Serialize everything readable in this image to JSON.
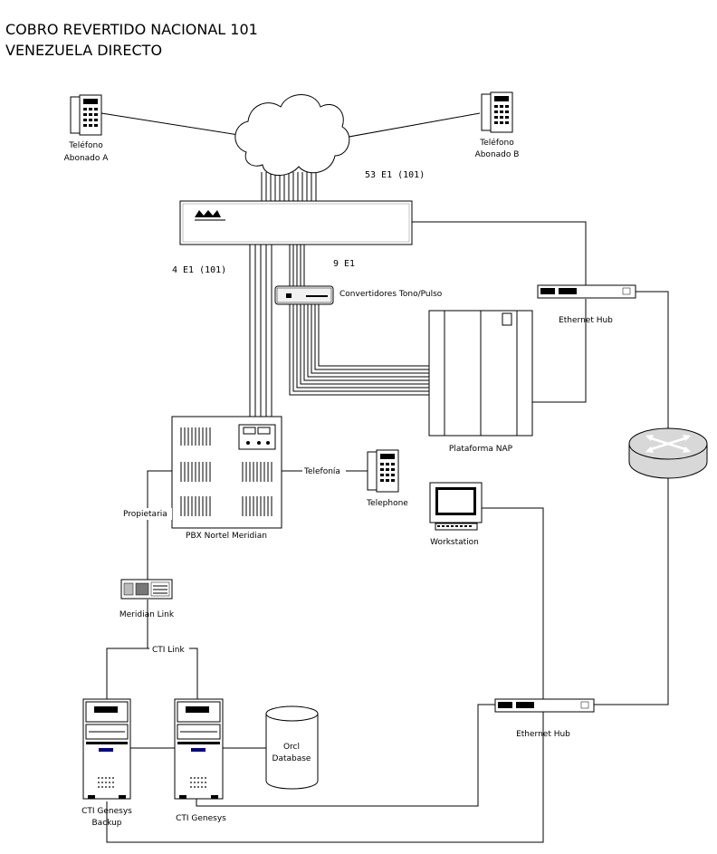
{
  "title": {
    "line1": "COBRO REVERTIDO NACIONAL 101",
    "line2": "VENEZUELA DIRECTO"
  },
  "labels": {
    "phone_a_1": "Teléfono",
    "phone_a_2": "Abonado A",
    "phone_b_1": "Teléfono",
    "phone_b_2": "Abonado B",
    "link_53": "53 E1 (101)",
    "link_4": "4 E1  (101)",
    "link_9": "9 E1",
    "converters": "Convertidores Tono/Pulso",
    "ethernet_hub_top": "Ethernet Hub",
    "nap": "Plataforma NAP",
    "telefonia": "Telefonía",
    "telephone": "Telephone",
    "propietaria": "Propietaria",
    "pbx": "PBX Nortel Meridian",
    "workstation": "Workstation",
    "meridian_link": "Meridian Link",
    "cti_link": "CTI Link",
    "ethernet_hub_bottom": "Ethernet Hub",
    "orcl_1": "Orcl",
    "orcl_2": "Database",
    "cti_backup_1": "CTI Genesys",
    "cti_backup_2": "Backup",
    "cti_genesys": "CTI Genesys"
  },
  "icons": {
    "phone": "desk-phone-icon",
    "cloud": "network-cloud-icon",
    "switch": "telecom-switch-icon",
    "hub": "ethernet-hub-icon",
    "router": "router-icon",
    "server": "server-tower-icon",
    "database": "database-cylinder-icon",
    "workstation": "workstation-icon"
  }
}
